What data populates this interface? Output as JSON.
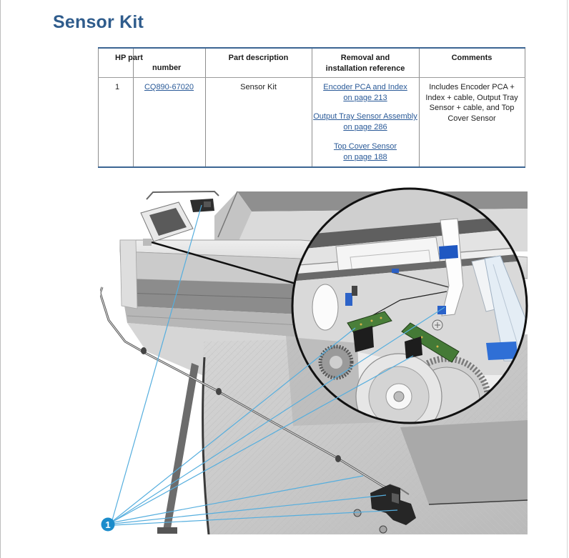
{
  "page": {
    "title": "Sensor Kit"
  },
  "table": {
    "header": {
      "part_number": [
        "HP part",
        "number"
      ],
      "description": "Part description",
      "reference": [
        "Removal and",
        "installation reference"
      ],
      "comments": "Comments"
    },
    "rows": [
      {
        "callout": "1",
        "part_number": "CQ890-67020",
        "description": "Sensor Kit",
        "references": [
          {
            "title": "Encoder PCA and Index",
            "page": "on page 213"
          },
          {
            "title": "Output Tray Sensor Assembly",
            "page": "on page 286"
          },
          {
            "title": "Top Cover Sensor",
            "page": "on page 188"
          }
        ],
        "comments": [
          "Includes Encoder PCA +",
          "Index + cable, Output Tray",
          "Sensor + cable, and Top",
          "Cover Sensor"
        ]
      }
    ]
  },
  "figure": {
    "callout_label": "1"
  },
  "colors": {
    "heading": "#2f5c8c",
    "table_rule": "#3b6593",
    "link": "#2a5a98",
    "callout": "#1b8ccb",
    "leader": "#55aede"
  }
}
